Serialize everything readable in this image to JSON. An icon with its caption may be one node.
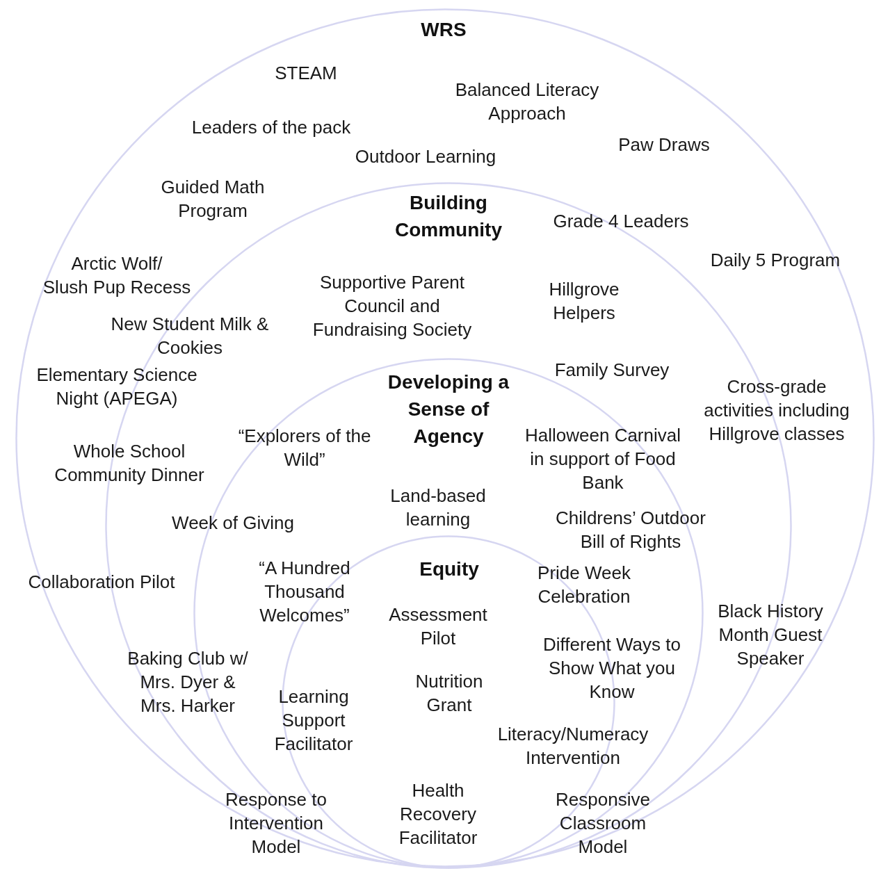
{
  "diagram": {
    "nodes": [
      {
        "text": [
          "WRS",
          "STEAM",
          "Balanced Literacy Approach",
          "Leaders of the pack",
          "Outdoor Learning",
          "Paw Draws",
          "Guided Math Program",
          "Arctic Wolf/ Slush Pup Recess",
          "Daily 5 Program",
          "Elementary Science Night (APEGA)",
          "Cross-grade activities including Hillgrove classes",
          "Collaboration Pilot"
        ]
      },
      {
        "text": [
          "Building Community",
          "Grade 4 Leaders",
          "Supportive Parent Council and Fundraising Society",
          "Hillgrove Helpers",
          "New Student Milk & Cookies",
          "Family Survey",
          "Whole School Community Dinner",
          "Black History Month Guest Speaker",
          "Baking Club w/ Mrs. Dyer & Mrs. Harker",
          "Response to Intervention Model",
          "Responsive Classroom Model"
        ],
        "in": 0
      },
      {
        "text": [
          "Developing a Sense of Agency",
          "“Explorers of the Wild”",
          "Halloween Carnival in support of Food Bank",
          "Week of Giving",
          "Land-based learning",
          "Childrens’ Outdoor Bill of Rights",
          "“A Hundred Thousand Welcomes”",
          "Pride Week Celebration",
          "Different Ways to Show What you Know"
        ],
        "in": 1
      },
      {
        "text": [
          "Equity",
          "Assessment Pilot",
          "Nutrition Grant",
          "Learning Support Facilitator",
          "Literacy/Numeracy Intervention",
          "Health Recovery Facilitator"
        ],
        "in": 2
      }
    ]
  }
}
